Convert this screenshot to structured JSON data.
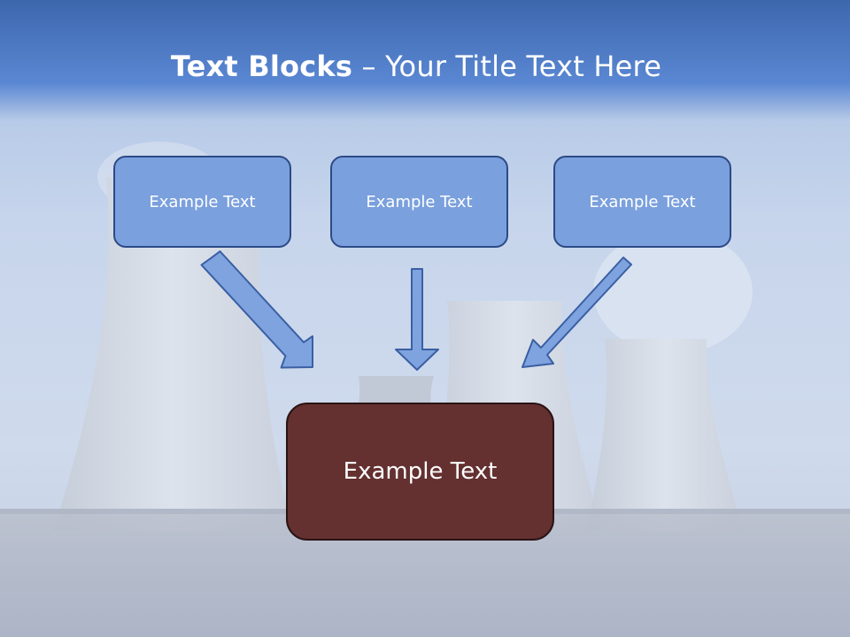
{
  "slide": {
    "title_bold": "Text Blocks",
    "title_separator": " – ",
    "title_rest": "Your Title Text Here",
    "boxes": [
      {
        "label": "Example Text"
      },
      {
        "label": "Example Text"
      },
      {
        "label": "Example Text"
      }
    ],
    "main_box": {
      "label": "Example Text"
    },
    "colors": {
      "header_blue": "#4a7bc8",
      "box_fill": "#7aa0dd",
      "box_border": "#2c4a86",
      "main_box_fill": "#643030",
      "arrow_fill": "#7ea3df"
    }
  }
}
